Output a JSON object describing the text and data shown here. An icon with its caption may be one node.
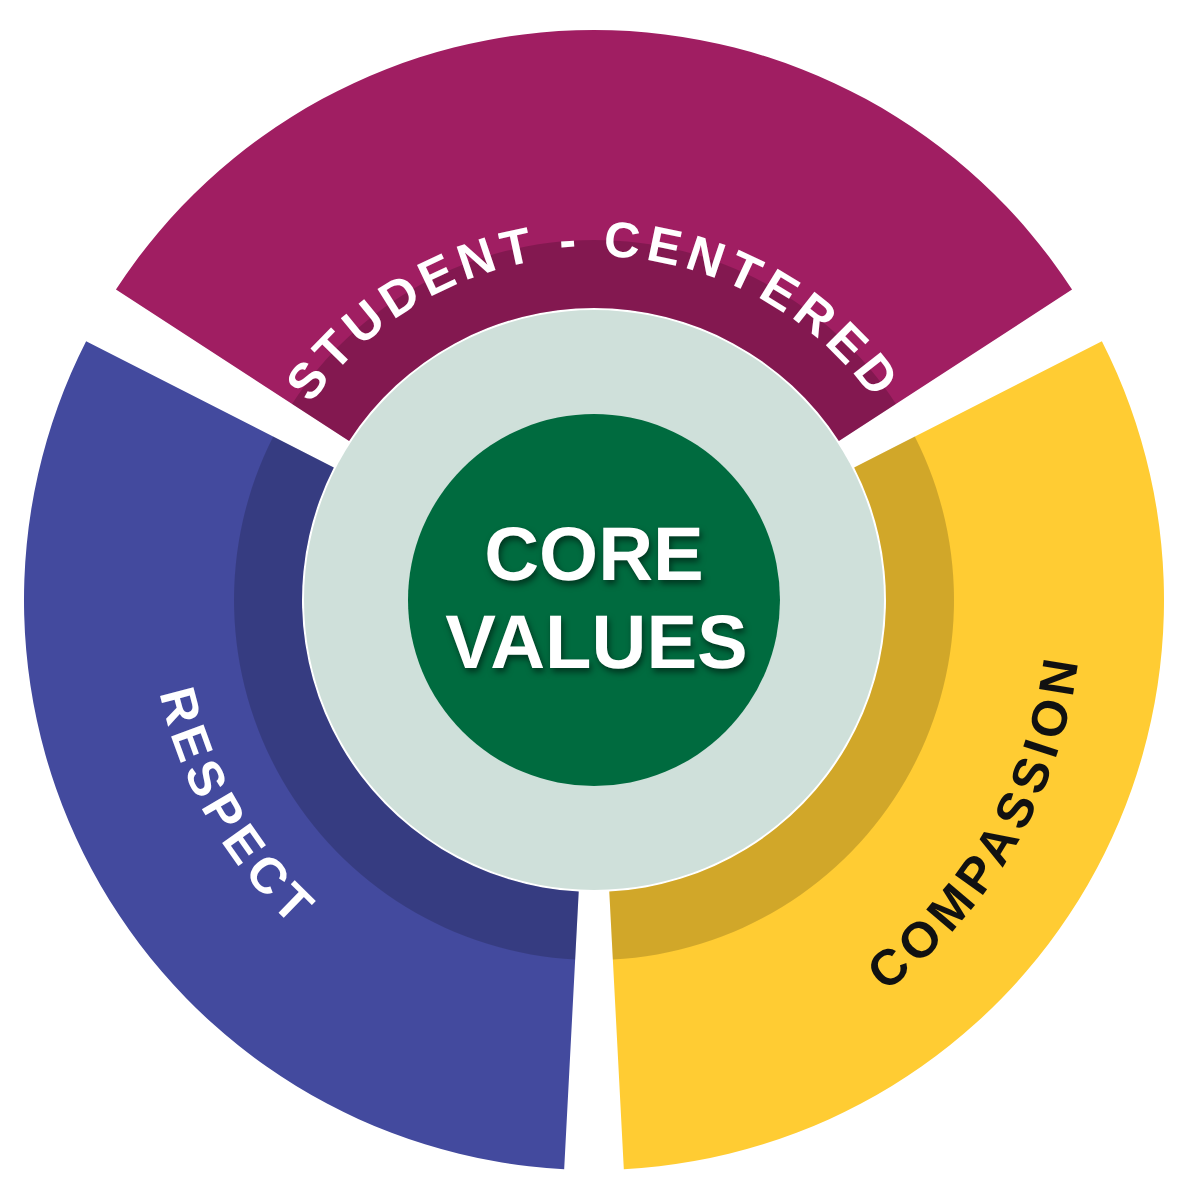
{
  "diagram": {
    "nodes": [
      {
        "text": [
          "CORE VALUES"
        ]
      },
      {
        "text": [
          "STUDENT - CENTERED"
        ]
      },
      {
        "text": [
          "RESPECT"
        ]
      },
      {
        "text": [
          "COMPASSION"
        ]
      }
    ]
  }
}
